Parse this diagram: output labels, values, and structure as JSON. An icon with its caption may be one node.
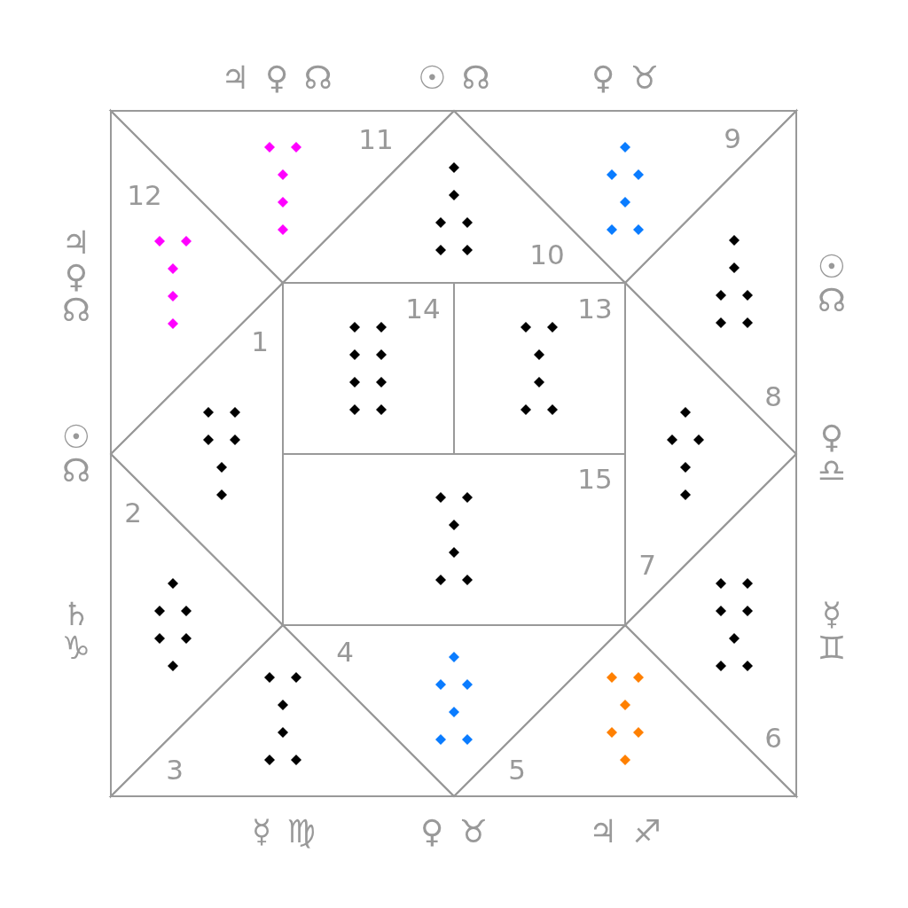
{
  "diagram": {
    "nodes": [
      {
        "text": [
          "1"
        ]
      },
      {
        "text": [
          "2"
        ]
      },
      {
        "text": [
          "3"
        ]
      },
      {
        "text": [
          "4"
        ]
      },
      {
        "text": [
          "5"
        ]
      },
      {
        "text": [
          "6"
        ]
      },
      {
        "text": [
          "7"
        ]
      },
      {
        "text": [
          "8"
        ]
      },
      {
        "text": [
          "9"
        ]
      },
      {
        "text": [
          "10"
        ]
      },
      {
        "text": [
          "11"
        ]
      },
      {
        "text": [
          "12"
        ]
      },
      {
        "text": [
          "13"
        ]
      },
      {
        "text": [
          "14"
        ]
      },
      {
        "text": [
          "15"
        ]
      }
    ],
    "labels": [
      "♃ ♀ ☊",
      "☉ ☊",
      "♀ ♉",
      "♃ ♀ ☊",
      "☉ ☊",
      "☉ ☊",
      "♀ ♎",
      "♄ ♑",
      "☿ ♊",
      "☿ ♍",
      "♀ ♉",
      "♃ ♐"
    ]
  }
}
